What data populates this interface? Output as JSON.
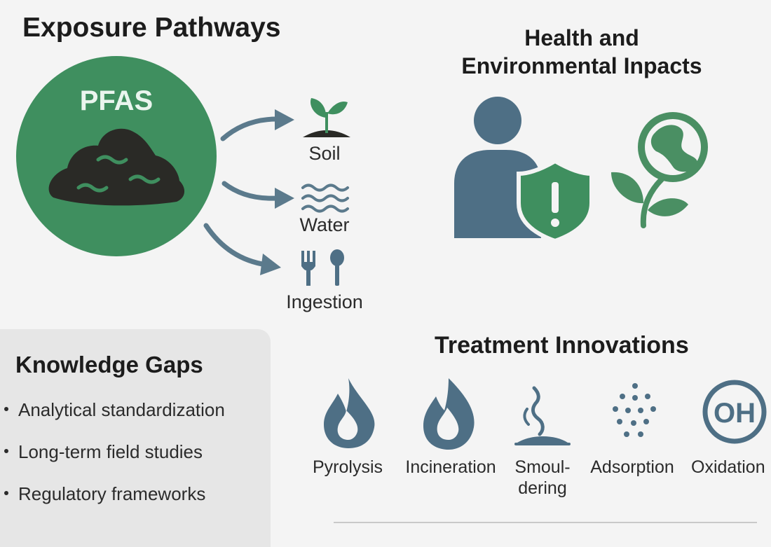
{
  "exposure": {
    "title": "Exposure Pathways",
    "source_label": "PFAS",
    "pathways": [
      {
        "label": "Soil",
        "icon": "sprout-soil-icon"
      },
      {
        "label": "Water",
        "icon": "water-waves-icon"
      },
      {
        "label": "Ingestion",
        "icon": "fork-spoon-icon"
      }
    ]
  },
  "health": {
    "title_line1": "Health and",
    "title_line2": "Environmental Inpacts",
    "icons": [
      "person-shield-icon",
      "globe-plant-icon"
    ]
  },
  "knowledge_gaps": {
    "title": "Knowledge Gaps",
    "items": [
      "Analytical standardization",
      "Long-term field studies",
      "Regulatory frameworks"
    ]
  },
  "treatment": {
    "title": "Treatment Innovations",
    "methods": [
      {
        "label": "Pyrolysis",
        "icon": "flame-icon"
      },
      {
        "label": "Incineration",
        "icon": "fire-icon"
      },
      {
        "label_line1": "Smoul-",
        "label_line2": "dering",
        "icon": "smoulder-icon"
      },
      {
        "label": "Adsorption",
        "icon": "dots-icon"
      },
      {
        "label": "Oxidation",
        "icon": "oh-radical-icon",
        "icon_text": "OH"
      }
    ]
  },
  "colors": {
    "green": "#3f8f5f",
    "slate": "#4e6f85",
    "arrow": "#5b7a8c",
    "dark": "#2a2a26",
    "background": "#f4f4f4",
    "panel": "#e6e6e6"
  }
}
